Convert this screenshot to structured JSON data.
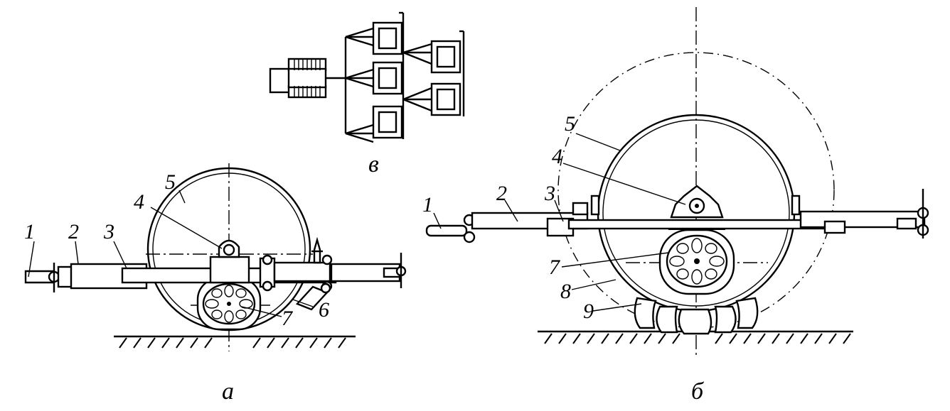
{
  "figures": {
    "a": {
      "caption": "а"
    },
    "b": {
      "caption": "б"
    },
    "v": {
      "caption": "в"
    }
  },
  "callouts": {
    "a": [
      "1",
      "2",
      "3",
      "4",
      "5",
      "6",
      "7"
    ],
    "b": [
      "1",
      "2",
      "3",
      "4",
      "5",
      "7",
      "8",
      "9"
    ]
  }
}
